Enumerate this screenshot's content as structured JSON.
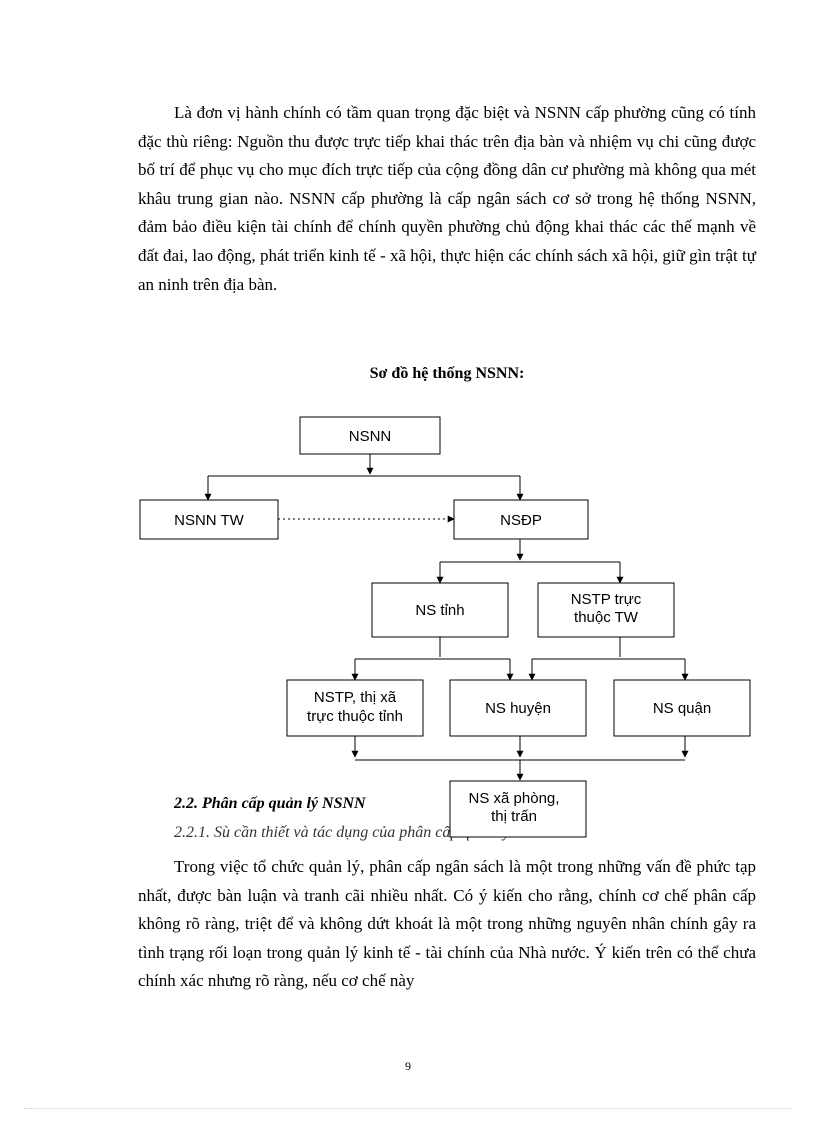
{
  "paragraph_1": "Là đơn vị hành chính có tầm quan trọng đặc biệt và NSNN cấp phường cũng có tính đặc thù riêng: Nguồn thu được trực tiếp khai thác trên địa bàn và nhiệm vụ chi cũng được bố trí để phục vụ cho mục đích trực tiếp của cộng đồng dân cư phường mà không qua mét khâu trung gian nào. NSNN cấp phường là cấp ngân sách cơ sở trong hệ thống NSNN, đảm bảo điều kiện tài chính để chính quyền phường chủ động khai thác các thế mạnh về đất đai, lao động, phát triển kinh tế - xã hội, thực hiện các chính sách xã hội, giữ gìn trật tự an ninh trên địa bàn.",
  "diagram": {
    "title": "Sơ đồ hệ thống NSNN:",
    "nodes": {
      "nsnn": "NSNN",
      "nsnn_tw": "NSNN TW",
      "nsdp": "NSĐP",
      "ns_tinh": "NS tỉnh",
      "nstp_tw_line1": "NSTP trực",
      "nstp_tw_line2": "thuộc TW",
      "nstp_tinh_line1": "NSTP, thị xã",
      "nstp_tinh_line2": "trực thuộc tỉnh",
      "ns_huyen": "NS huyện",
      "ns_quan": "NS quận",
      "ns_xa_line1": "NS xã phòng,",
      "ns_xa_line2": "thị trấn"
    }
  },
  "section_heading": "2.2. Phân cấp quản lý NSNN",
  "subsection_heading": "2.2.1. Sù cần thiết và tác dụng của phân cấp quản lý NSNN:",
  "paragraph_2": "Trong việc tổ chức quản lý, phân cấp ngân sách là một trong những vấn đề phức tạp nhất, được bàn luận và tranh cãi nhiều nhất. Có ý kiến cho rằng, chính cơ chế phân cấp không rõ ràng, triệt để và không dứt khoát là một trong những nguyên nhân chính gây ra tình trạng rối loạn trong quản lý kinh tế - tài chính của Nhà nước. Ý kiến trên có thể chưa chính xác nhưng rõ ràng, nếu cơ chế này",
  "page_number": "9"
}
